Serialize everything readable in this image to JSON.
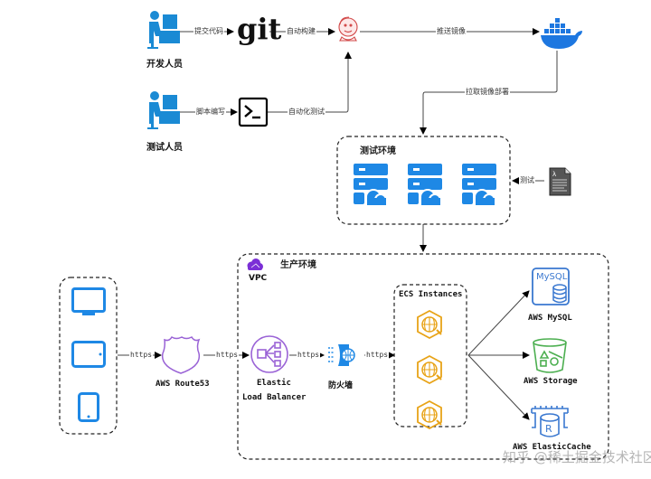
{
  "nodes": {
    "developer": {
      "label": "开发人员",
      "icon": "developer-desk-icon"
    },
    "tester": {
      "label": "测试人员",
      "icon": "tester-desk-icon"
    },
    "git": {
      "label": "git",
      "icon": "git-logo"
    },
    "terminal": {
      "icon": "terminal-icon"
    },
    "jenkins": {
      "icon": "jenkins-icon"
    },
    "docker": {
      "icon": "docker-icon"
    },
    "test_env": {
      "label": "测试环境",
      "icon": "server-cloud-icon",
      "count": 3
    },
    "script_doc": {
      "icon": "test-script-document-icon"
    },
    "prod_env": {
      "label": "生产环境"
    },
    "vpc": {
      "label": "VPC",
      "icon": "vpc-cloud-icon"
    },
    "clients": {
      "items": [
        "desktop-monitor-icon",
        "tablet-icon",
        "phone-icon"
      ]
    },
    "route53": {
      "label": "AWS Route53",
      "icon": "route53-shield-icon"
    },
    "elb": {
      "label_line1": "Elastic",
      "label_line2": "Load Balancer",
      "icon": "load-balancer-icon"
    },
    "firewall": {
      "label": "防火墙",
      "icon": "firewall-icon"
    },
    "ecs": {
      "label": "ECS Instances",
      "icon": "ecs-instance-icon",
      "count": 3
    },
    "mysql": {
      "label": "AWS MySQL",
      "icon_text": "MySQL",
      "icon": "mysql-database-icon"
    },
    "storage": {
      "label": "AWS Storage",
      "icon": "storage-bucket-icon"
    },
    "elasticache": {
      "label": "AWS ElasticCache",
      "icon_text": "R",
      "icon": "elasticache-redis-icon"
    }
  },
  "edges": {
    "commit_code": "提交代码",
    "auto_build": "自动构建",
    "push_image": "推送镜像",
    "write_script": "脚本编写",
    "auto_test": "自动化测试",
    "pull_deploy": "拉取镜像部署",
    "test": "测试",
    "https_1": "https",
    "https_2": "https",
    "https_3": "https",
    "https_4": "https"
  },
  "colors": {
    "primary_blue": "#1e88e5",
    "person_blue": "#1a8ad4",
    "docker_blue": "#1d77e0",
    "jenkins_red": "#d24a4a",
    "aws_purple": "#9a63d6",
    "vpc_purple": "#7b2fd6",
    "ecs_orange": "#e8a317",
    "mysql_blue": "#3a78d0",
    "storage_green": "#4caf50"
  },
  "watermark": "知乎 @稀土掘金技术社区"
}
